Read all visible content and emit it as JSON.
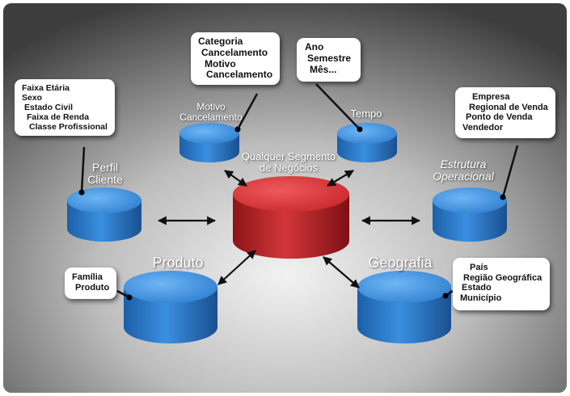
{
  "center": {
    "line1": "Qualquer Segmento",
    "line2": "de Negócios"
  },
  "nodes": {
    "motivo": {
      "line1": "Motivo",
      "line2": "Cancelamento"
    },
    "tempo": {
      "label": "Tempo"
    },
    "perfil": {
      "line1": "Perfil",
      "line2": "Cliente"
    },
    "estrutura": {
      "line1": "Estrutura",
      "line2": "Operacional"
    },
    "produto": {
      "label": "Produto"
    },
    "geografia": {
      "label": "Geografia"
    }
  },
  "notes": {
    "perfil": [
      "Faixa Etária",
      "Sexo",
      "Estado Civil",
      "Faixa de Renda",
      "Classe Profissional"
    ],
    "motivo": [
      "Categoria",
      "Cancelamento",
      "Motivo",
      "Cancelamento"
    ],
    "tempo": [
      "Ano",
      "Semestre",
      "Mês..."
    ],
    "estrutura": [
      "Empresa",
      "Regional de Venda",
      "Ponto de Venda",
      "Vendedor"
    ],
    "produto": [
      "Família",
      "Produto"
    ],
    "geografia": [
      "País",
      "Região Geográfica",
      "Estado",
      "Município"
    ]
  },
  "colors": {
    "center": "#c8282c",
    "node": "#2f7fd0",
    "background": "#4a4a4a"
  }
}
